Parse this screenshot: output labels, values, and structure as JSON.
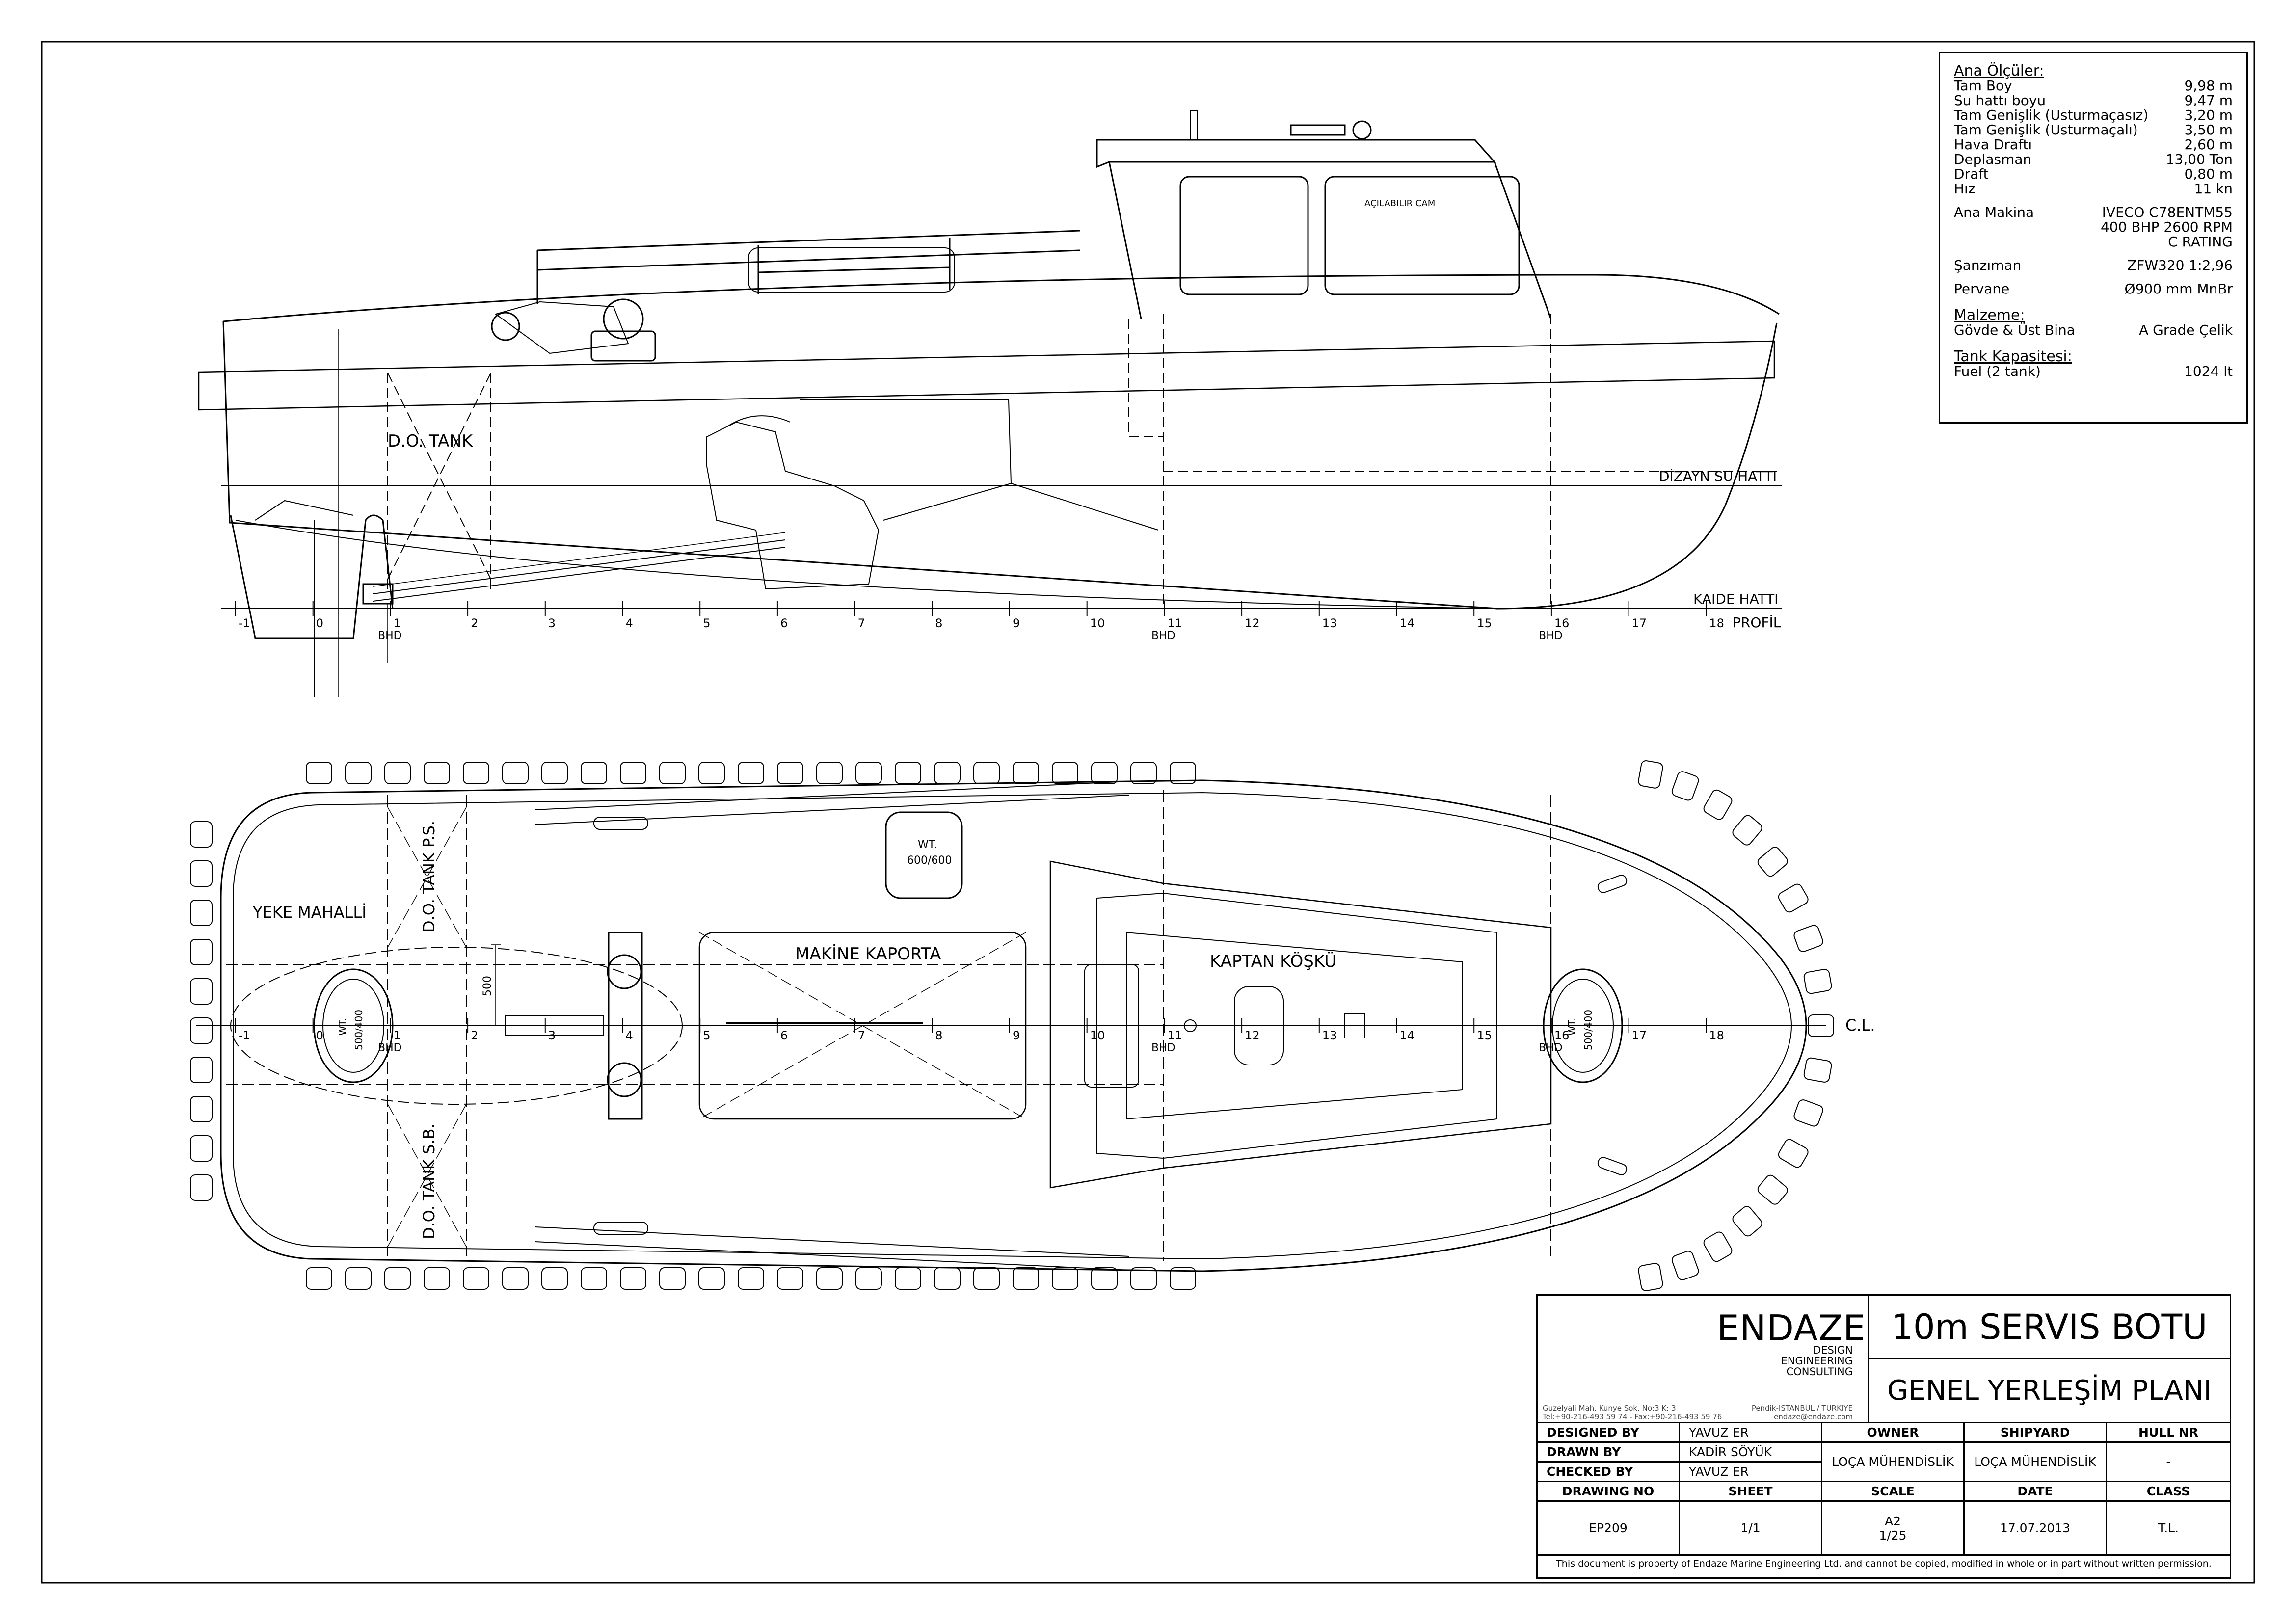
{
  "profile": {
    "labels": {
      "do_tank": "D.O. TANK",
      "dwl": "DİZAYN SU HATTI",
      "baseline": "KAIDE HATTI",
      "profil": "PROFİL",
      "glass": "AÇILABILIR CAM"
    },
    "frames": [
      "-1",
      "0",
      "1",
      "2",
      "3",
      "4",
      "5",
      "6",
      "7",
      "8",
      "9",
      "10",
      "11",
      "12",
      "13",
      "14",
      "15",
      "16",
      "17",
      "18"
    ],
    "bhd": "BHD"
  },
  "plan": {
    "labels": {
      "yeke": "YEKE MAHALLİ",
      "tank_ps": "D.O. TANK P.S.",
      "tank_sb": "D.O. TANK S.B.",
      "kaporta": "MAKİNE KAPORTA",
      "kosku": "KAPTAN KÖŞKÜ",
      "cl": "C.L.",
      "dim500": "500"
    },
    "hatch_wt": "WT.",
    "hatch_600": "600/600",
    "hatch_500": "500/400",
    "frames": [
      "-1",
      "0",
      "1",
      "2",
      "3",
      "4",
      "5",
      "6",
      "7",
      "8",
      "9",
      "10",
      "11",
      "12",
      "13",
      "14",
      "15",
      "16",
      "17",
      "18"
    ],
    "bhd": "BHD"
  },
  "specs": {
    "main_title": "Ana Ölçüler:",
    "main": [
      {
        "k": "Tam Boy",
        "v": "9,98 m"
      },
      {
        "k": "Su hattı boyu",
        "v": "9,47 m"
      },
      {
        "k": "Tam Genişlik (Usturmaçasız)",
        "v": "3,20 m"
      },
      {
        "k": "Tam Genişlik (Usturmaçalı)",
        "v": "3,50 m"
      },
      {
        "k": "Hava Draftı",
        "v": "2,60 m"
      },
      {
        "k": "Deplasman",
        "v": "13,00 Ton"
      },
      {
        "k": "Draft",
        "v": "0,80 m"
      },
      {
        "k": "Hız",
        "v": "11  kn"
      }
    ],
    "machinery": [
      {
        "k": "Ana Makina",
        "v": "IVECO C78ENTM55\n400 BHP 2600 RPM\nC RATING"
      },
      {
        "k": "Şanzıman",
        "v": "ZFW320 1:2,96"
      },
      {
        "k": "Pervane",
        "v": "Ø900 mm MnBr"
      }
    ],
    "material_title": "Malzeme:",
    "material": [
      {
        "k": "Gövde & Üst Bina",
        "v": "A Grade Çelik"
      }
    ],
    "tank_title": "Tank Kapasitesi:",
    "tank": [
      {
        "k": "Fuel (2 tank)",
        "v": "1024 lt"
      }
    ]
  },
  "title_block": {
    "company": "ENDAZE",
    "tag1": "DESIGN",
    "tag2": "ENGINEERING",
    "tag3": "CONSULTING",
    "addr1": "Guzelyali Mah. Kunye Sok. No:3 K: 3",
    "addr2": "Tel:+90-216-493 59 74 - Fax:+90-216-493 59 76",
    "addr3": "Pendik-ISTANBUL / TURKIYE",
    "addr4": "endaze@endaze.com",
    "title": "10m SERVIS BOTU",
    "subtitle": "GENEL YERLEŞİM PLANI",
    "designed_by_label": "DESIGNED BY",
    "designed_by": "YAVUZ ER",
    "drawn_by_label": "DRAWN BY",
    "drawn_by": "KADİR SÖYÜK",
    "checked_by_label": "CHECKED BY",
    "checked_by": "YAVUZ ER",
    "owner_label": "OWNER",
    "owner": "LOÇA MÜHENDİSLİK",
    "shipyard_label": "SHIPYARD",
    "shipyard": "LOÇA MÜHENDİSLİK",
    "hull_label": "HULL NR",
    "hull": "-",
    "drawing_no_label": "DRAWING NO",
    "drawing_no": "EP209",
    "sheet_label": "SHEET",
    "sheet": "1/1",
    "scale_label": "SCALE",
    "scale_a": "A2",
    "scale_b": "1/25",
    "date_label": "DATE",
    "date": "17.07.2013",
    "class_label": "CLASS",
    "class": "T.L.",
    "footer": "This document is property of  Endaze Marine Engineering Ltd. and cannot be copied, modified in whole or in part without written permission."
  }
}
